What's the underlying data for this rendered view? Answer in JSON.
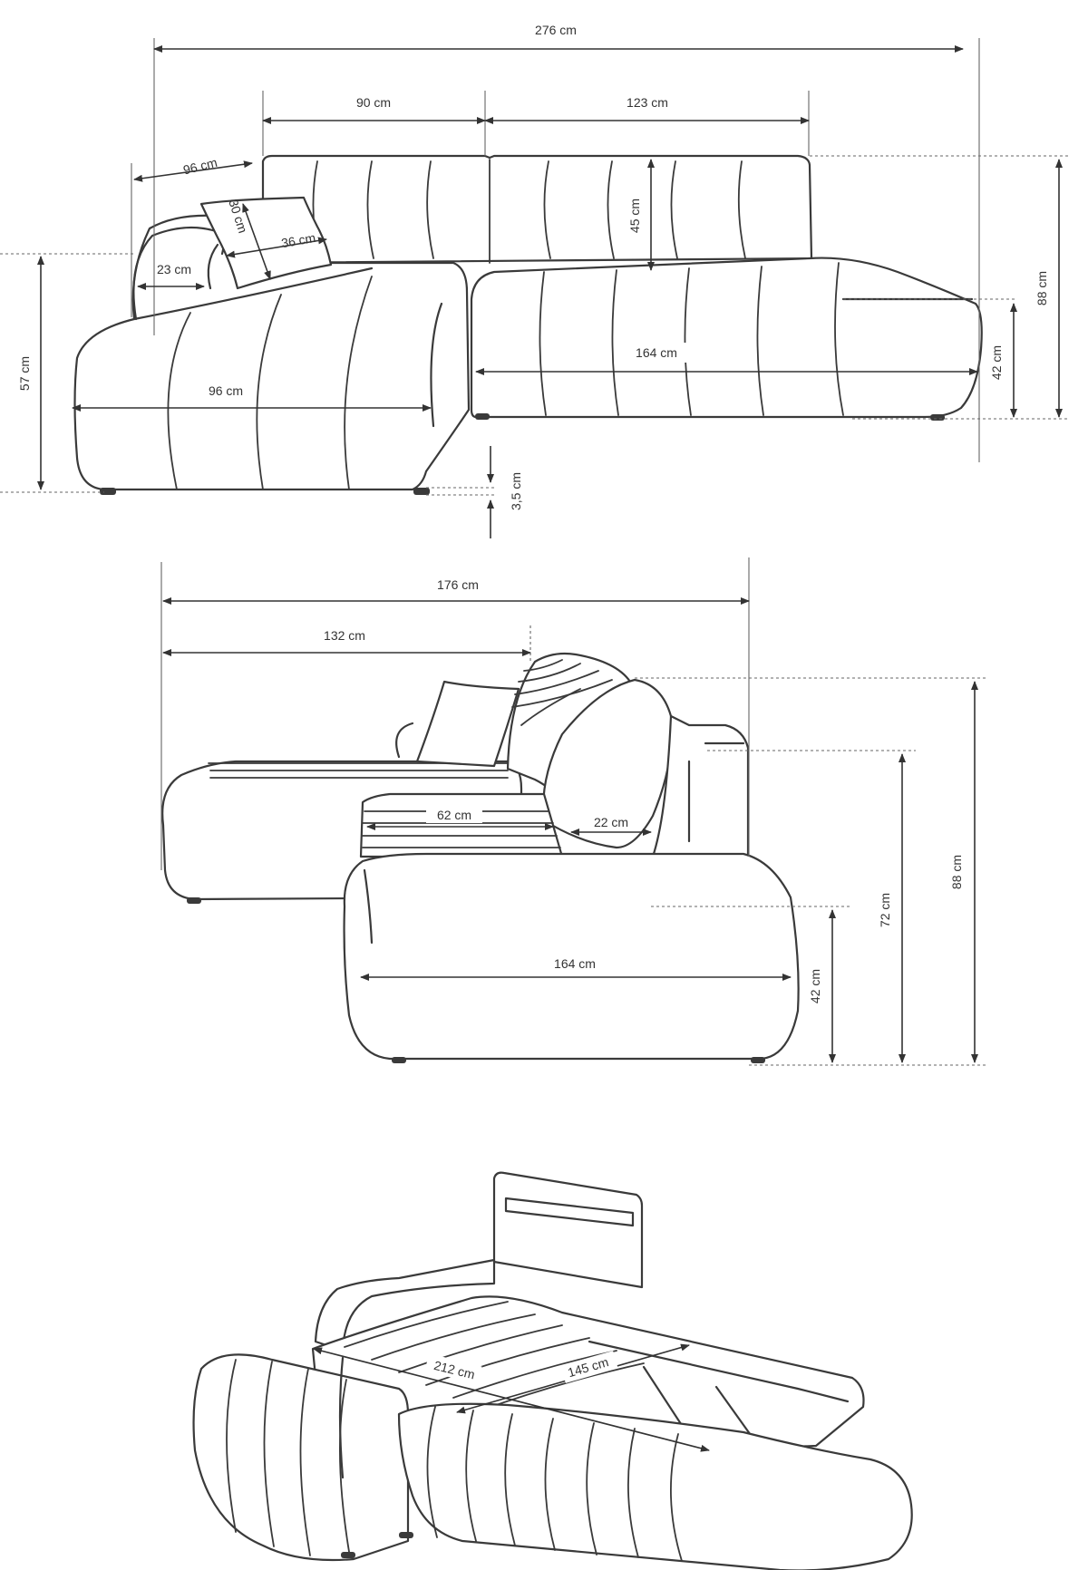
{
  "view1": {
    "dims": {
      "total_width": "276 cm",
      "back_left": "90 cm",
      "back_right": "123 cm",
      "armrest_diag": "96 cm",
      "pillow_h": "30 cm",
      "pillow_w": "36 cm",
      "arm_w": "23 cm",
      "cushion_h": "45 cm",
      "chaise_width": "96 cm",
      "seat_width": "164 cm",
      "chaise_height": "57 cm",
      "seat_height": "42 cm",
      "total_height": "88 cm",
      "foot_height": "3,5 cm"
    }
  },
  "view2": {
    "dims": {
      "total_depth": "176 cm",
      "chaise_depth": "132 cm",
      "seat_depth": "62 cm",
      "back_depth": "22 cm",
      "seat_width": "164 cm",
      "seat_height": "42 cm",
      "arm_height": "72 cm",
      "total_height": "88 cm"
    }
  },
  "view3": {
    "dims": {
      "bed_length": "212 cm",
      "bed_width": "145 cm"
    }
  }
}
